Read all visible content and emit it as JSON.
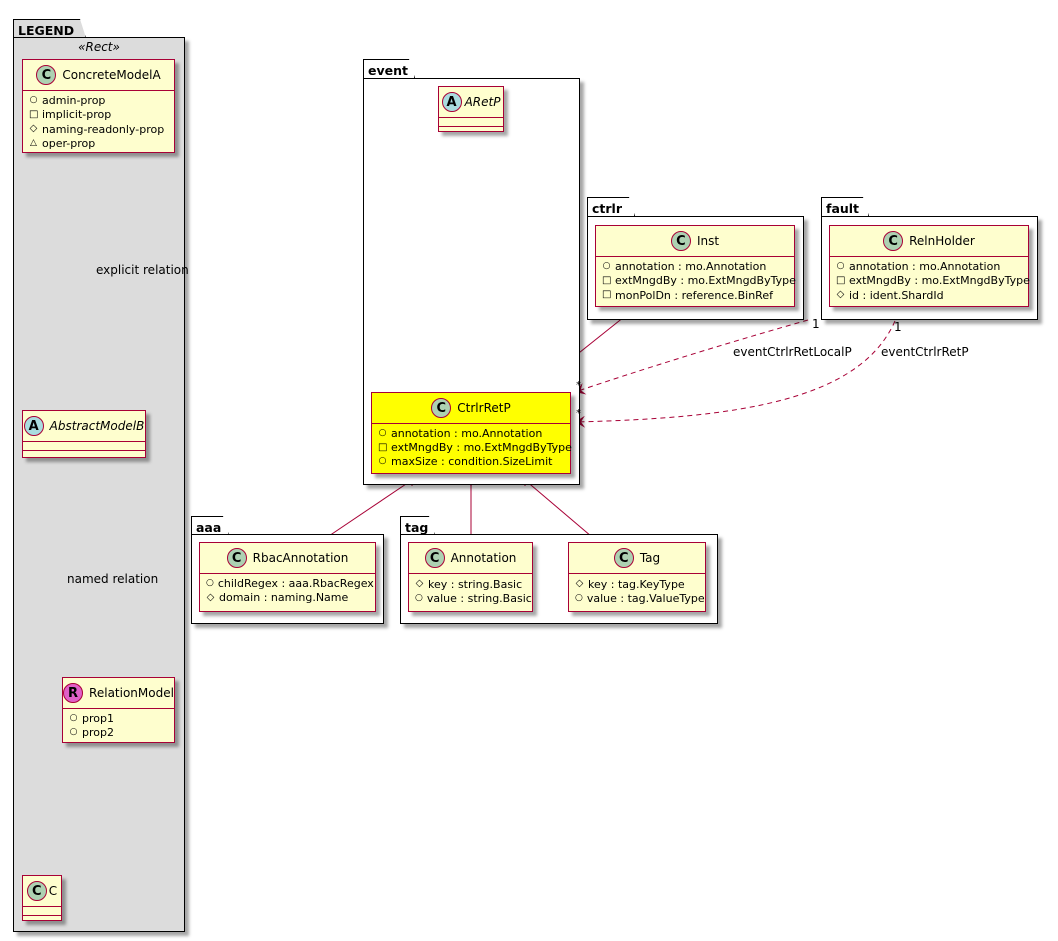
{
  "legend": {
    "package_name": "LEGEND",
    "stereotype": "«Rect»",
    "classes": {
      "concrete": {
        "name": "ConcreteModelA",
        "badge": "C",
        "attrs": [
          {
            "vis": "pub",
            "text": "admin-prop"
          },
          {
            "vis": "priv",
            "text": "implicit-prop"
          },
          {
            "vis": "prot",
            "text": "naming-readonly-prop"
          },
          {
            "vis": "pkgv",
            "text": "oper-prop"
          }
        ]
      },
      "abstract": {
        "name": "AbstractModelB",
        "badge": "A"
      },
      "relation": {
        "name": "RelationModel",
        "badge": "R",
        "attrs": [
          {
            "vis": "pub",
            "text": "prop1"
          },
          {
            "vis": "pub",
            "text": "prop2"
          }
        ]
      },
      "c": {
        "name": "C",
        "badge": "C"
      }
    },
    "labels": {
      "explicit": "explicit relation",
      "named": "named relation"
    }
  },
  "packages": {
    "event": {
      "name": "event",
      "aretp": {
        "name": "ARetP",
        "badge": "A"
      },
      "ctrlrretp": {
        "name": "CtrlrRetP",
        "badge": "C",
        "attrs": [
          {
            "vis": "pub",
            "text": "annotation : mo.Annotation"
          },
          {
            "vis": "priv",
            "text": "extMngdBy : mo.ExtMngdByType"
          },
          {
            "vis": "pub",
            "text": "maxSize : condition.SizeLimit"
          }
        ]
      }
    },
    "ctrlr": {
      "name": "ctrlr",
      "inst": {
        "name": "Inst",
        "badge": "C",
        "attrs": [
          {
            "vis": "pub",
            "text": "annotation : mo.Annotation"
          },
          {
            "vis": "priv",
            "text": "extMngdBy : mo.ExtMngdByType"
          },
          {
            "vis": "priv",
            "text": "monPolDn : reference.BinRef"
          }
        ]
      }
    },
    "fault": {
      "name": "fault",
      "relnholder": {
        "name": "RelnHolder",
        "badge": "C",
        "attrs": [
          {
            "vis": "pub",
            "text": "annotation : mo.Annotation"
          },
          {
            "vis": "priv",
            "text": "extMngdBy : mo.ExtMngdByType"
          },
          {
            "vis": "prot",
            "text": "id : ident.ShardId"
          }
        ]
      }
    },
    "aaa": {
      "name": "aaa",
      "rbac": {
        "name": "RbacAnnotation",
        "badge": "C",
        "attrs": [
          {
            "vis": "pub",
            "text": "childRegex : aaa.RbacRegex"
          },
          {
            "vis": "prot",
            "text": "domain : naming.Name"
          }
        ]
      }
    },
    "tag": {
      "name": "tag",
      "annotation": {
        "name": "Annotation",
        "badge": "C",
        "attrs": [
          {
            "vis": "prot",
            "text": "key : string.Basic"
          },
          {
            "vis": "pub",
            "text": "value : string.Basic"
          }
        ]
      },
      "tagcls": {
        "name": "Tag",
        "badge": "C",
        "attrs": [
          {
            "vis": "prot",
            "text": "key : tag.KeyType"
          },
          {
            "vis": "pub",
            "text": "value : tag.ValueType"
          }
        ]
      }
    }
  },
  "relations": {
    "local": {
      "label": "eventCtrlrRetLocalP",
      "src_mult": "1",
      "dst_mult": "*"
    },
    "ret": {
      "label": "eventCtrlrRetP",
      "src_mult": "1",
      "dst_mult": "*"
    }
  },
  "colors": {
    "class_fill": "#fefece",
    "class_border": "#a80036",
    "highlight_fill": "#ffff00",
    "legend_fill": "#dcdcdc",
    "inherit_line": "#3b0f82"
  }
}
